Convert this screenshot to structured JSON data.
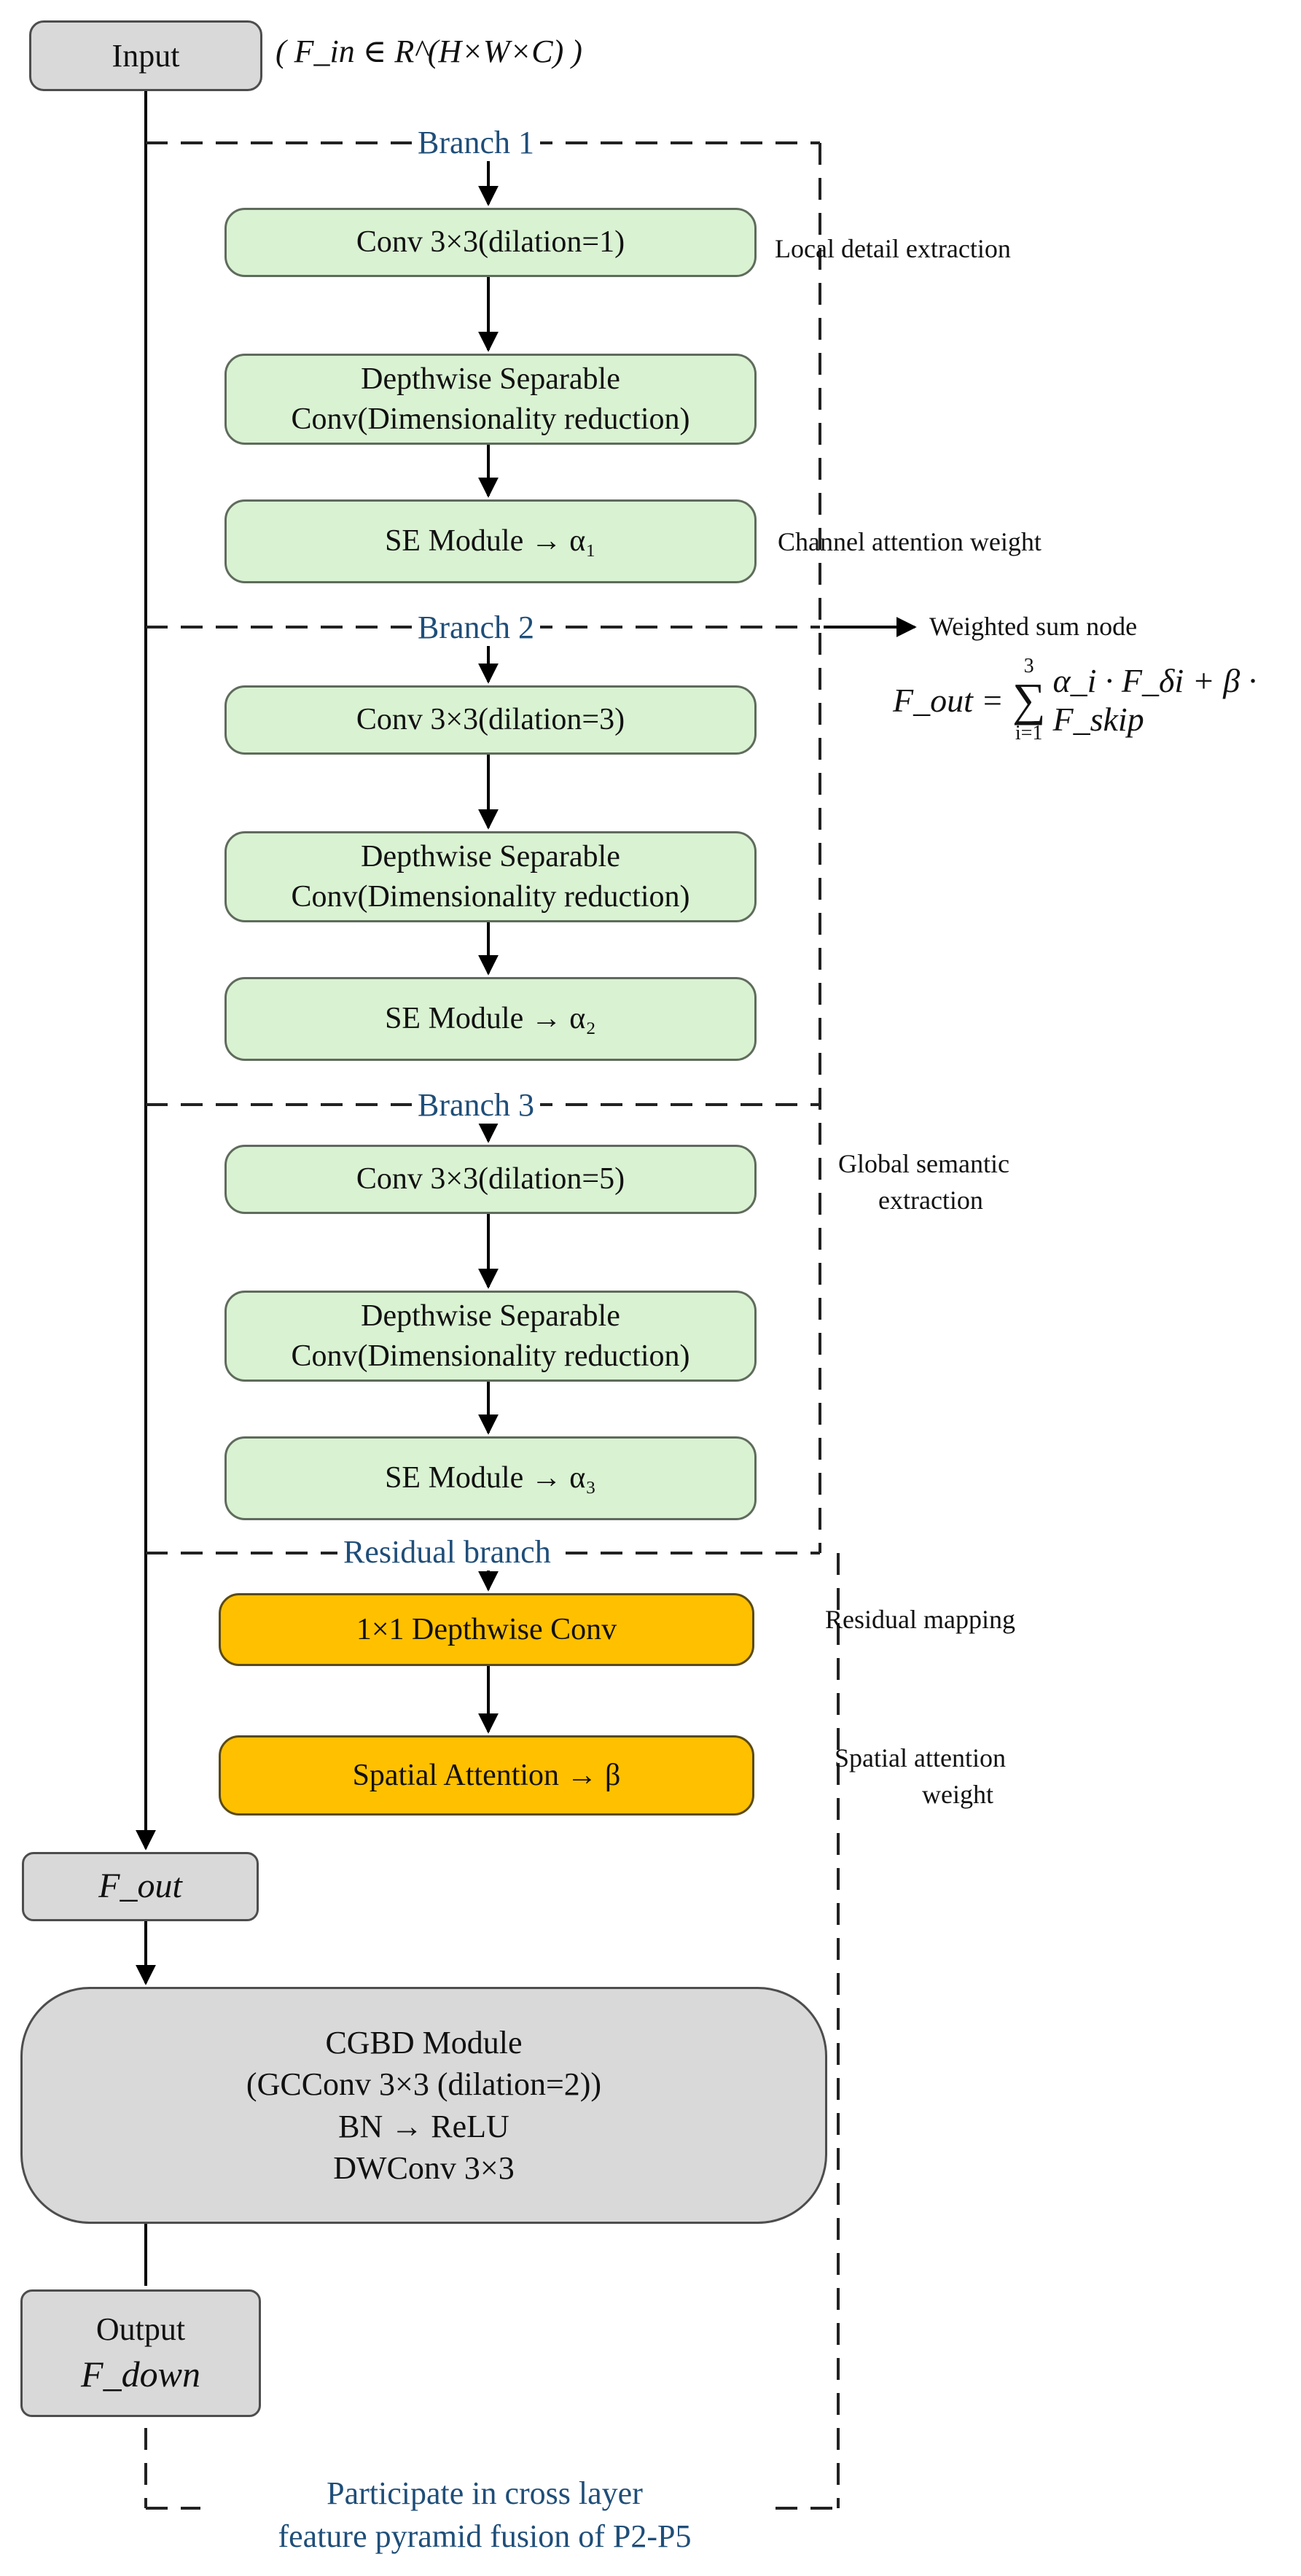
{
  "input": {
    "label": "Input",
    "formula": "( F_in ∈ R^(H×W×C) )"
  },
  "branches": [
    {
      "title": "Branch 1",
      "conv": "Conv 3×3(dilation=1)",
      "dw_line1": "Depthwise Separable",
      "dw_line2": "Conv(Dimensionality reduction)",
      "se": "SE Module → α₁"
    },
    {
      "title": "Branch 2",
      "conv": "Conv 3×3(dilation=3)",
      "dw_line1": "Depthwise Separable",
      "dw_line2": "Conv(Dimensionality reduction)",
      "se": "SE Module → α₂"
    },
    {
      "title": "Branch 3",
      "conv": "Conv 3×3(dilation=5)",
      "dw_line1": "Depthwise Separable",
      "dw_line2": "Conv(Dimensionality reduction)",
      "se": "SE Module → α₃"
    }
  ],
  "residual": {
    "title": "Residual branch",
    "conv": "1×1 Depthwise Conv",
    "attention": "Spatial Attention → β"
  },
  "annotations": {
    "local": "Local detail extraction",
    "channel": "Channel attention weight",
    "weighted_sum": "Weighted sum node",
    "global_1": "Global semantic",
    "global_2": "extraction",
    "residual_mapping": "Residual mapping",
    "spatial_1": "Spatial attention",
    "spatial_2": "weight"
  },
  "equation": {
    "lhs": "F_out",
    "sum_upper": "3",
    "sum_lower": "i=1",
    "terms": "α_i · F_δi + β · F_skip"
  },
  "fout": "F_out",
  "cgbd": {
    "line1": "CGBD Module",
    "line2": "(GCConv 3×3 (dilation=2))",
    "line3": "BN → ReLU",
    "line4": "DWConv 3×3"
  },
  "output": {
    "label": "Output",
    "symbol": "F_down"
  },
  "caption": {
    "line1": "Participate in cross layer",
    "line2": "feature pyramid fusion of P2-P5"
  },
  "colors": {
    "gray_fill": "#d9d9d9",
    "green_fill": "#d9f2d2",
    "orange_fill": "#ffc000",
    "title_blue": "#1f4e79"
  }
}
